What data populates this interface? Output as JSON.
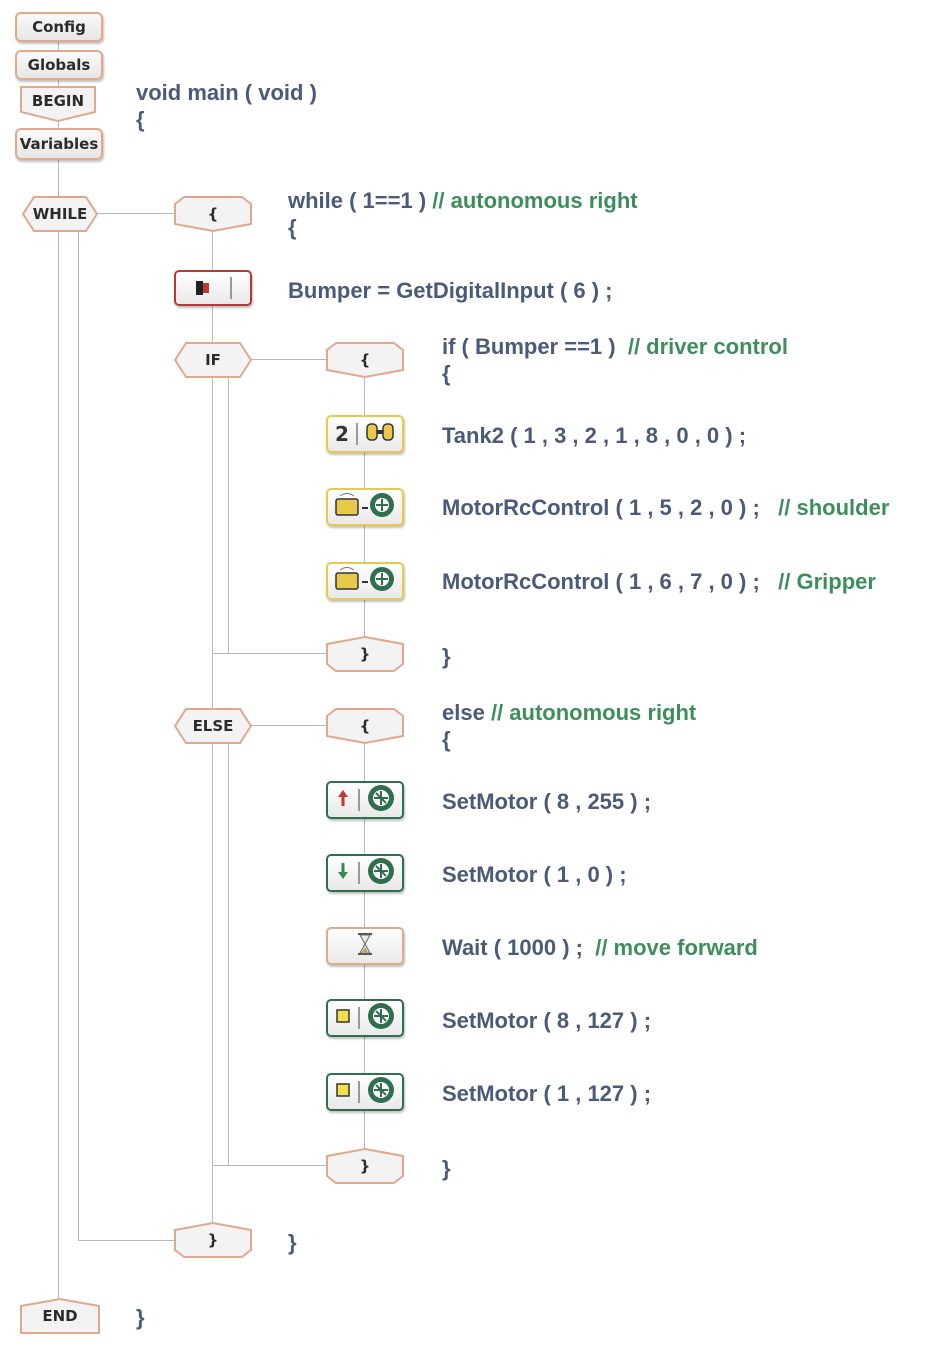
{
  "blocks": {
    "config": "Config",
    "globals": "Globals",
    "begin": "BEGIN",
    "variables": "Variables",
    "while": "WHILE",
    "if": "IF",
    "else": "ELSE",
    "end": "END",
    "brace_open": "{",
    "brace_close": "}"
  },
  "icons": {
    "digital_input": "bumper-switch-icon",
    "tank": "tank-drive-icon",
    "rc_motor": "rc-motor-icon",
    "motor_up": "motor-forward-icon",
    "motor_down": "motor-reverse-icon",
    "wait": "hourglass-icon",
    "motor_stop": "motor-stop-icon",
    "tank_number": "2"
  },
  "code": {
    "main_sig": "void main ( void )",
    "main_open": "{",
    "while_stmt": "while ( 1==1 ) ",
    "while_comment": "// autonomous right",
    "while_open": "{",
    "bumper": "Bumper = GetDigitalInput ( 6 ) ;",
    "if_stmt": "if ( Bumper ==1 )  ",
    "if_comment": "// driver control",
    "if_open": "{",
    "tank": "Tank2 ( 1 , 3 , 2 , 1 , 8 , 0 , 0 ) ;",
    "rc1": "MotorRcControl ( 1 , 5 , 2 , 0 ) ;   ",
    "rc1_comment": "// shoulder",
    "rc2": "MotorRcControl ( 1 , 6 , 7 , 0 ) ;   ",
    "rc2_comment": "// Gripper",
    "if_close": "}",
    "else_stmt": "else ",
    "else_comment": "// autonomous right",
    "else_open": "{",
    "set1": "SetMotor ( 8 , 255 ) ;",
    "set2": "SetMotor ( 1 , 0 ) ;",
    "wait": "Wait ( 1000 ) ;  ",
    "wait_comment": "// move forward",
    "set3": "SetMotor ( 8 , 127 ) ;",
    "set4": "SetMotor ( 1 , 127 ) ;",
    "else_close": "}",
    "while_close": "}",
    "main_close": "}"
  },
  "colors": {
    "code": "#4a5a78",
    "comment": "#3e8e5d",
    "block_border": "#e0a88c",
    "connector": "#b9b9b9"
  }
}
